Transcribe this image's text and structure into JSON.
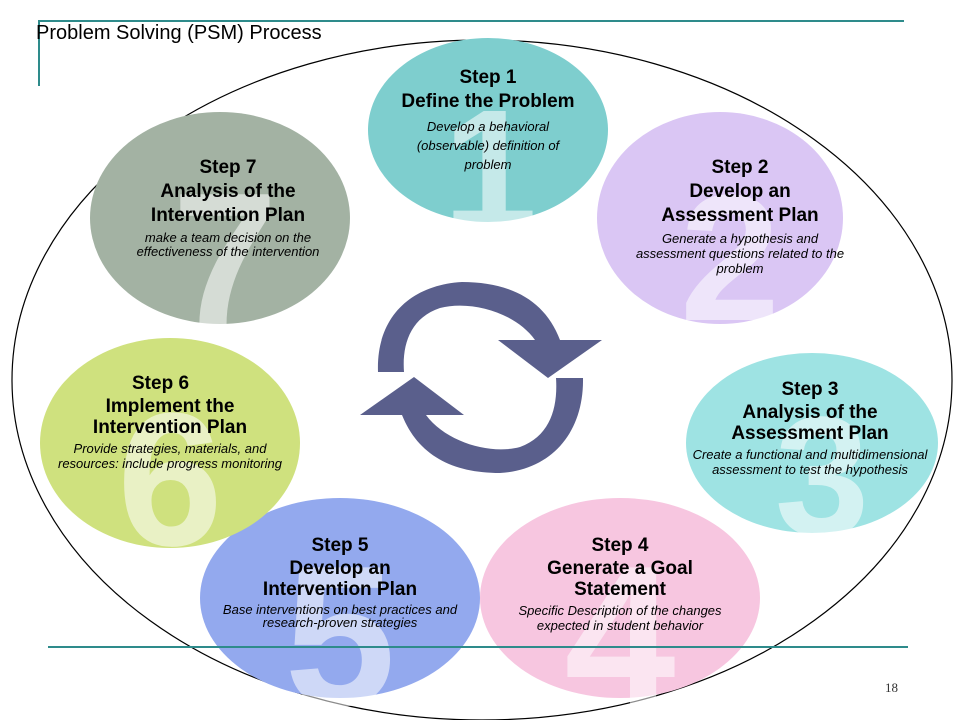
{
  "title": "Problem Solving (PSM) Process",
  "page_number": "18",
  "colors": {
    "step1": "#7ecece",
    "step2": "#dac6f4",
    "step3": "#9ee3e3",
    "step4": "#f7c6e0",
    "step5": "#93a9ee",
    "step6": "#cfe17e",
    "step7": "#a3b2a3",
    "cycle_arrows": "#5a5f8c",
    "rules": "#2e8b8b"
  },
  "steps": [
    {
      "number": "1",
      "label": "Step 1",
      "title": "Define the Problem",
      "desc": "Develop a behavioral (observable) definition of problem"
    },
    {
      "number": "2",
      "label": "Step 2",
      "title": "Develop an Assessment Plan",
      "desc": "Generate a hypothesis and assessment questions related to the problem"
    },
    {
      "number": "3",
      "label": "Step 3",
      "title": "Analysis of the Assessment Plan",
      "desc": "Create a functional and multidimensional assessment to test the hypothesis"
    },
    {
      "number": "4",
      "label": "Step 4",
      "title": "Generate a Goal Statement",
      "desc": "Specific Description of the changes expected in student behavior"
    },
    {
      "number": "5",
      "label": "Step 5",
      "title": "Develop an Intervention Plan",
      "desc": "Base interventions on best practices and research-proven strategies"
    },
    {
      "number": "6",
      "label": "Step 6",
      "title": "Implement the Intervention Plan",
      "desc": "Provide strategies, materials, and resources: include progress monitoring"
    },
    {
      "number": "7",
      "label": "Step 7",
      "title": "Analysis of the Intervention Plan",
      "desc": "make a team decision on the effectiveness of the intervention"
    }
  ]
}
